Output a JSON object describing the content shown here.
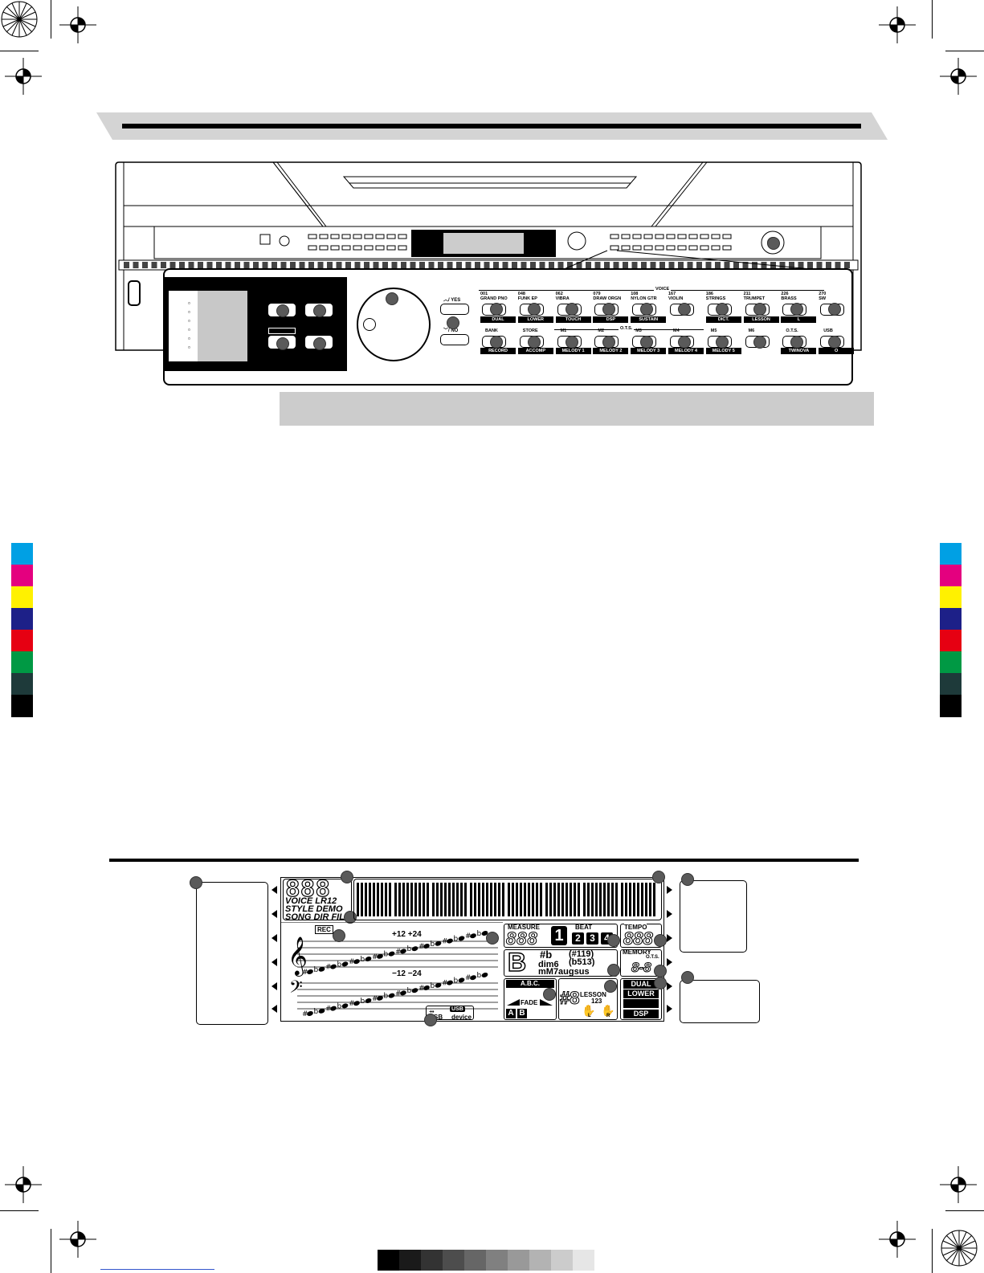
{
  "panel": {
    "yes_label": "/ YES",
    "no_label": "/ NO",
    "voice_group": "VOICE",
    "ots_group": "O.T.S.",
    "top_row": [
      {
        "num": "001",
        "name": "GRAND PNO",
        "func": "DUAL"
      },
      {
        "num": "048",
        "name": "FUNK EP",
        "func": "LOWER"
      },
      {
        "num": "062",
        "name": "VIBRA",
        "func": "TOUCH"
      },
      {
        "num": "079",
        "name": "DRAW ORGN",
        "func": "DSP"
      },
      {
        "num": "108",
        "name": "NYLON GTR",
        "func": "SUSTAIN"
      },
      {
        "num": "167",
        "name": "VIOLIN",
        "func": ""
      },
      {
        "num": "186",
        "name": "STRINGS",
        "func": "DICT."
      },
      {
        "num": "211",
        "name": "TRUMPET",
        "func": "LESSON"
      },
      {
        "num": "226",
        "name": "BRASS",
        "func": "L"
      },
      {
        "num": "270",
        "name": "SW",
        "func": ""
      }
    ],
    "bottom_row": [
      {
        "name": "BANK",
        "func": "RECORD"
      },
      {
        "name": "STORE",
        "func": "ACCOMP"
      },
      {
        "name": "M1",
        "func": "MELODY 1"
      },
      {
        "name": "M2",
        "func": "MELODY 2"
      },
      {
        "name": "M3",
        "func": "MELODY 3"
      },
      {
        "name": "M4",
        "func": "MELODY 4"
      },
      {
        "name": "M5",
        "func": "MELODY 5"
      },
      {
        "name": "M6",
        "func": ""
      },
      {
        "name": "O.T.S.",
        "func": "TWINOVA"
      },
      {
        "name": "USB",
        "func": "O"
      }
    ]
  },
  "lcd": {
    "digits_main": "888",
    "mode_lines": [
      "VOICE  LR12",
      "STYLE DEMO",
      "SONG DIR FIL"
    ],
    "rec": "REC",
    "upper_range": "+12 +24",
    "lower_range": "−12 −24",
    "measure": "MEASURE",
    "measure_digits": "888",
    "beat": "BEAT",
    "beat_numbers": [
      "1",
      "2",
      "3",
      "4"
    ],
    "tempo": "TEMPO",
    "tempo_digits": "888",
    "chord_sharp_flat": "#b",
    "chord_tension_1": "(#119)",
    "chord_tension_2": "(b513)",
    "chord_dim": "dim6",
    "chord_types": "mM7augsus",
    "memory": "MEMORY",
    "ots": "O.T.S.",
    "memory_digits": "8-8",
    "abc": "A.B.C.",
    "fade": "FADE",
    "ab_a": "A",
    "ab_b": "B",
    "lesson": "LESSON",
    "lesson_nums": "123",
    "hand_l": "L",
    "hand_r": "R",
    "dual": "DUAL",
    "lower": "LOWER",
    "dsp": "DSP",
    "usb": "USB",
    "usb_word": "SB",
    "device": "device"
  },
  "colors": {
    "cmyk_bars": [
      "#00a0e4",
      "#e4007f",
      "#fff100",
      "#1d2088",
      "#e60012",
      "#009944",
      "#1e3a3a",
      "#000000"
    ],
    "grayscale": [
      "#000000",
      "#1a1a1a",
      "#333333",
      "#4d4d4d",
      "#666666",
      "#808080",
      "#999999",
      "#b3b3b3",
      "#cccccc",
      "#e6e6e6"
    ],
    "section_bar": "#cccccc"
  }
}
